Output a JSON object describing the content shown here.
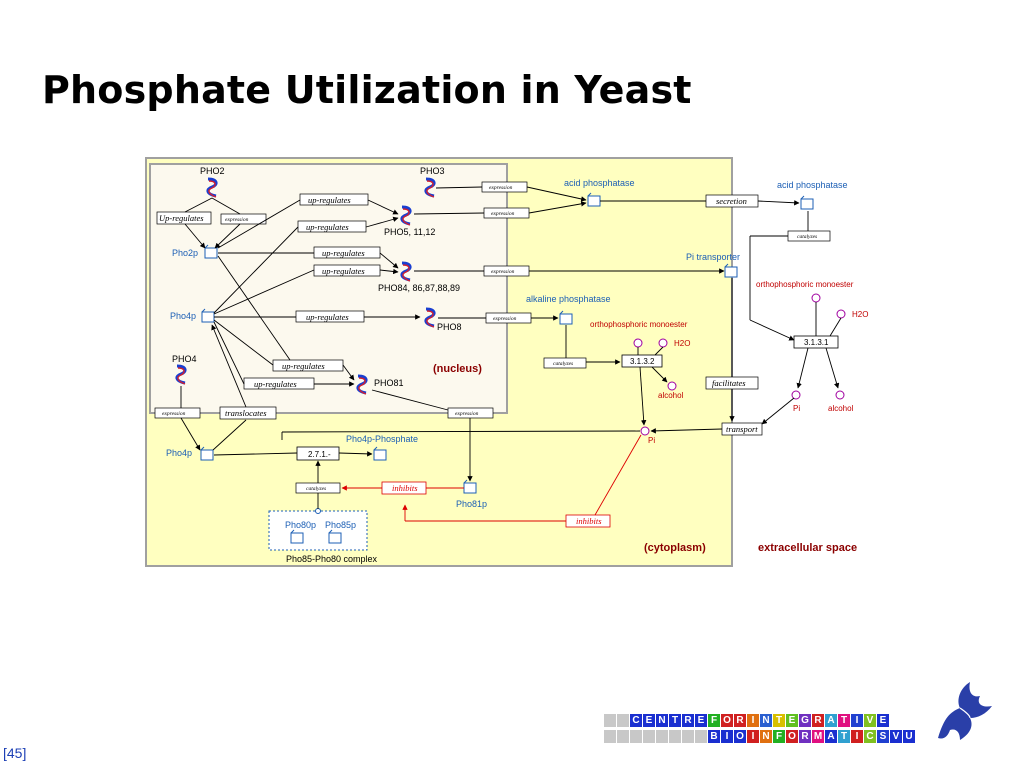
{
  "slide": {
    "title": "Phosphate Utilization in Yeast",
    "page_number": "45"
  },
  "colors": {
    "cytoplasm": "#ffffc0",
    "nucleus": "#fcf9ee",
    "frame_gray": "#a0a0a0",
    "label_blue": "#1c5fb5",
    "inhibit_red": "#dd0000",
    "region_label": "#8b0000"
  },
  "genes": {
    "pho2": "PHO2",
    "pho3": "PHO3",
    "pho5": "PHO5, 11,12",
    "pho84": "PHO84, 86,87,88,89",
    "pho8": "PHO8",
    "pho4": "PHO4",
    "pho81": "PHO81"
  },
  "proteins": {
    "pho2p": "Pho2p",
    "pho4p_nucleus": "Pho4p",
    "pho4p_cyto": "Pho4p",
    "pho4p_phosphate": "Pho4p-Phosphate",
    "pho81p": "Pho81p",
    "pho80p": "Pho80p",
    "pho85p": "Pho85p",
    "complex": "Pho85-Pho80 complex",
    "acid_phosphatase_cell": "acid phosphatase",
    "acid_phosphatase_extra": "acid phosphatase",
    "alkaline_phosphatase": "alkaline phosphatase",
    "pi_transporter": "Pi transporter"
  },
  "metabolites": {
    "ortho_cell": "orthophosphoric monoester",
    "h2o_cell": "H2O",
    "alcohol_cell": "alcohol",
    "pi_cell": "Pi",
    "ortho_extra": "orthophosphoric monoester",
    "h2o_extra": "H2O",
    "pi_extra": "Pi",
    "alcohol_extra": "alcohol"
  },
  "enzymes": {
    "ec_3132": "3.1.3.2",
    "ec_3131": "3.1.3.1",
    "ec_271": "2.7.1.-"
  },
  "relations": {
    "up_regulates": "up-regulates",
    "up_regulates_cap": "Up-regulates",
    "expression": "expression",
    "translocates": "translocates",
    "catalyzes": "catalyzes",
    "secretion": "secretion",
    "transport": "transport",
    "facilitates": "facilitates",
    "inhibits": "inhibits"
  },
  "regions": {
    "nucleus": "(nucleus)",
    "cytoplasm": "(cytoplasm)",
    "extracellular": "extracellular space"
  },
  "logo": {
    "row1": [
      "C",
      "E",
      "N",
      "T",
      "R",
      "E",
      "F",
      "O",
      "R",
      "I",
      "N",
      "T",
      "E",
      "G",
      "R",
      "A",
      "T",
      "I",
      "V",
      "E"
    ],
    "row2": [
      "B",
      "I",
      "O",
      "I",
      "N",
      "F",
      "O",
      "R",
      "M",
      "A",
      "T",
      "I",
      "C",
      "S",
      "V",
      "U"
    ]
  }
}
